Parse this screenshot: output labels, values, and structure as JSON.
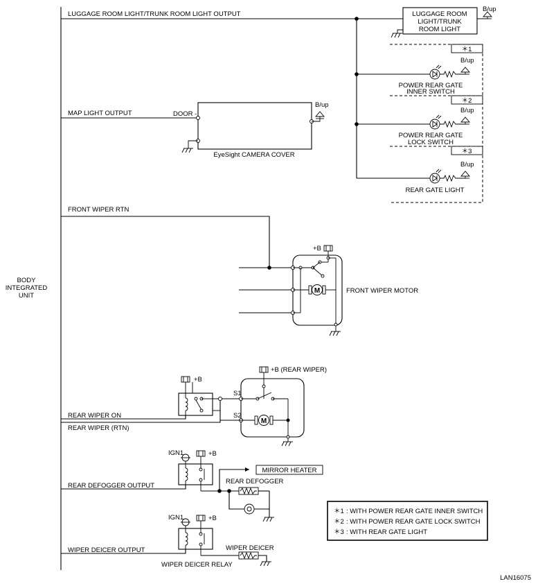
{
  "unit": {
    "line1": "BODY",
    "line2": "INTEGRATED",
    "line3": "UNIT"
  },
  "signals": {
    "luggage_output": "LUGGAGE ROOM LIGHT/TRUNK ROOM LIGHT OUTPUT",
    "map_light_output": "MAP LIGHT OUTPUT",
    "front_wiper_rtn": "FRONT WIPER RTN",
    "rear_wiper_on": "REAR WIPER ON",
    "rear_wiper_rtn": "REAR WIPER (RTN)",
    "rear_defogger_output": "REAR DEFOGGER OUTPUT",
    "wiper_deicer_output": "WIPER DEICER OUTPUT"
  },
  "components": {
    "luggage_light": {
      "line1": "LUGGAGE ROOM",
      "line2": "LIGHT/TRUNK",
      "line3": "ROOM LIGHT"
    },
    "camera_cover": "EyeSight CAMERA COVER",
    "door_terminal": "DOOR -",
    "inner_switch": {
      "line1": "POWER REAR GATE",
      "line2": "INNER SWITCH"
    },
    "lock_switch": {
      "line1": "POWER REAR GATE",
      "line2": "LOCK SWITCH"
    },
    "rear_gate_light": "REAR GATE LIGHT",
    "front_wiper_motor": "FRONT WIPER MOTOR",
    "rear_wiper_supply": "+B (REAR WIPER)",
    "s1": "S1",
    "s2": "S2",
    "mirror_heater": "MIRROR HEATER",
    "rear_defogger": "REAR DEFOGGER",
    "wiper_deicer": "WIPER DEICER",
    "wiper_deicer_relay": "WIPER DEICER RELAY",
    "motor_symbol": "M"
  },
  "power": {
    "bup": "B/up",
    "plus_b": "+B",
    "ign1": "IGN1"
  },
  "option_tags": {
    "tag1": "＊1",
    "tag2": "＊2",
    "tag3": "＊3"
  },
  "legend": [
    {
      "mark": "＊1",
      "text": ": WITH POWER REAR GATE INNER SWITCH"
    },
    {
      "mark": "＊2",
      "text": ": WITH POWER REAR GATE LOCK SWITCH"
    },
    {
      "mark": "＊3",
      "text": ": WITH REAR GATE LIGHT"
    }
  ],
  "figure_id": "LAN16075"
}
